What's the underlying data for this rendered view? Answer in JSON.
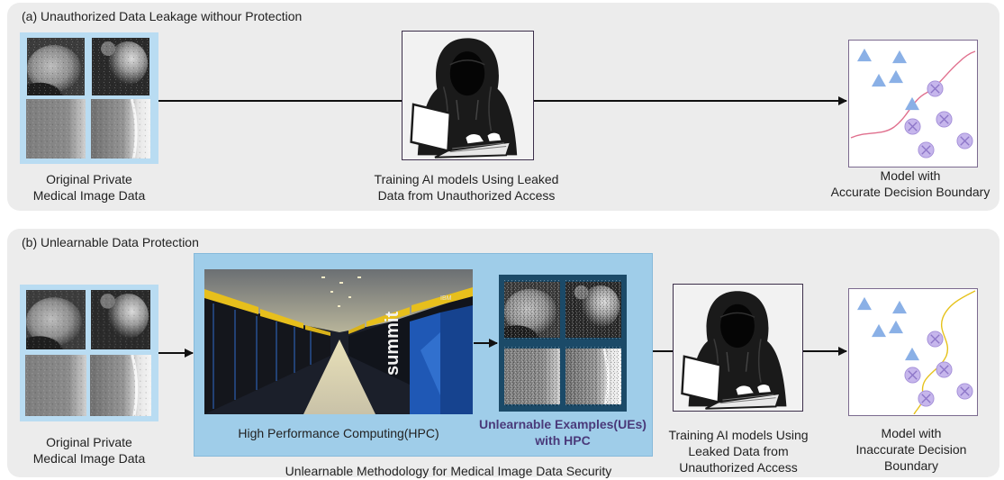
{
  "panel_a": {
    "title": "(a) Unauthorized Data Leakage withour Protection",
    "original_caption": [
      "Original Private",
      "Medical Image Data"
    ],
    "training_caption": [
      "Training AI models Using Leaked",
      "Data from Unauthorized Access"
    ],
    "model_caption": [
      "Model with",
      "Accurate Decision Boundary"
    ]
  },
  "panel_b": {
    "title": "(b) Unlearnable Data Protection",
    "original_caption": [
      "Original Private",
      "Medical Image Data"
    ],
    "hpc_caption": "High Performance Computing(HPC)",
    "hpc_sign": "summit",
    "hpc_brand": "IBM",
    "ue_caption": [
      "Unlearnable Examples(UEs)",
      "with HPC"
    ],
    "methodology_caption": "Unlearnable Methodology for Medical Image Data Security",
    "training_caption": [
      "Training AI models Using",
      "Leaked Data from",
      "Unauthorized Access"
    ],
    "model_caption": [
      "Model with",
      "Inaccurate Decision",
      "Boundary"
    ]
  },
  "colors": {
    "panel_bg": "#ececec",
    "tile_frame": "#b9dcf2",
    "hpc_box": "#9fcde9",
    "ue_frame": "#1b4a68",
    "triangle": "#8ab0e6",
    "circle": "#c6b6ec",
    "boundary_accurate": "#e0708e",
    "boundary_inaccurate": "#e6c21a"
  },
  "icons": [
    "hacker-icon",
    "triangle-marker",
    "crossed-circle-marker",
    "right-arrow"
  ]
}
